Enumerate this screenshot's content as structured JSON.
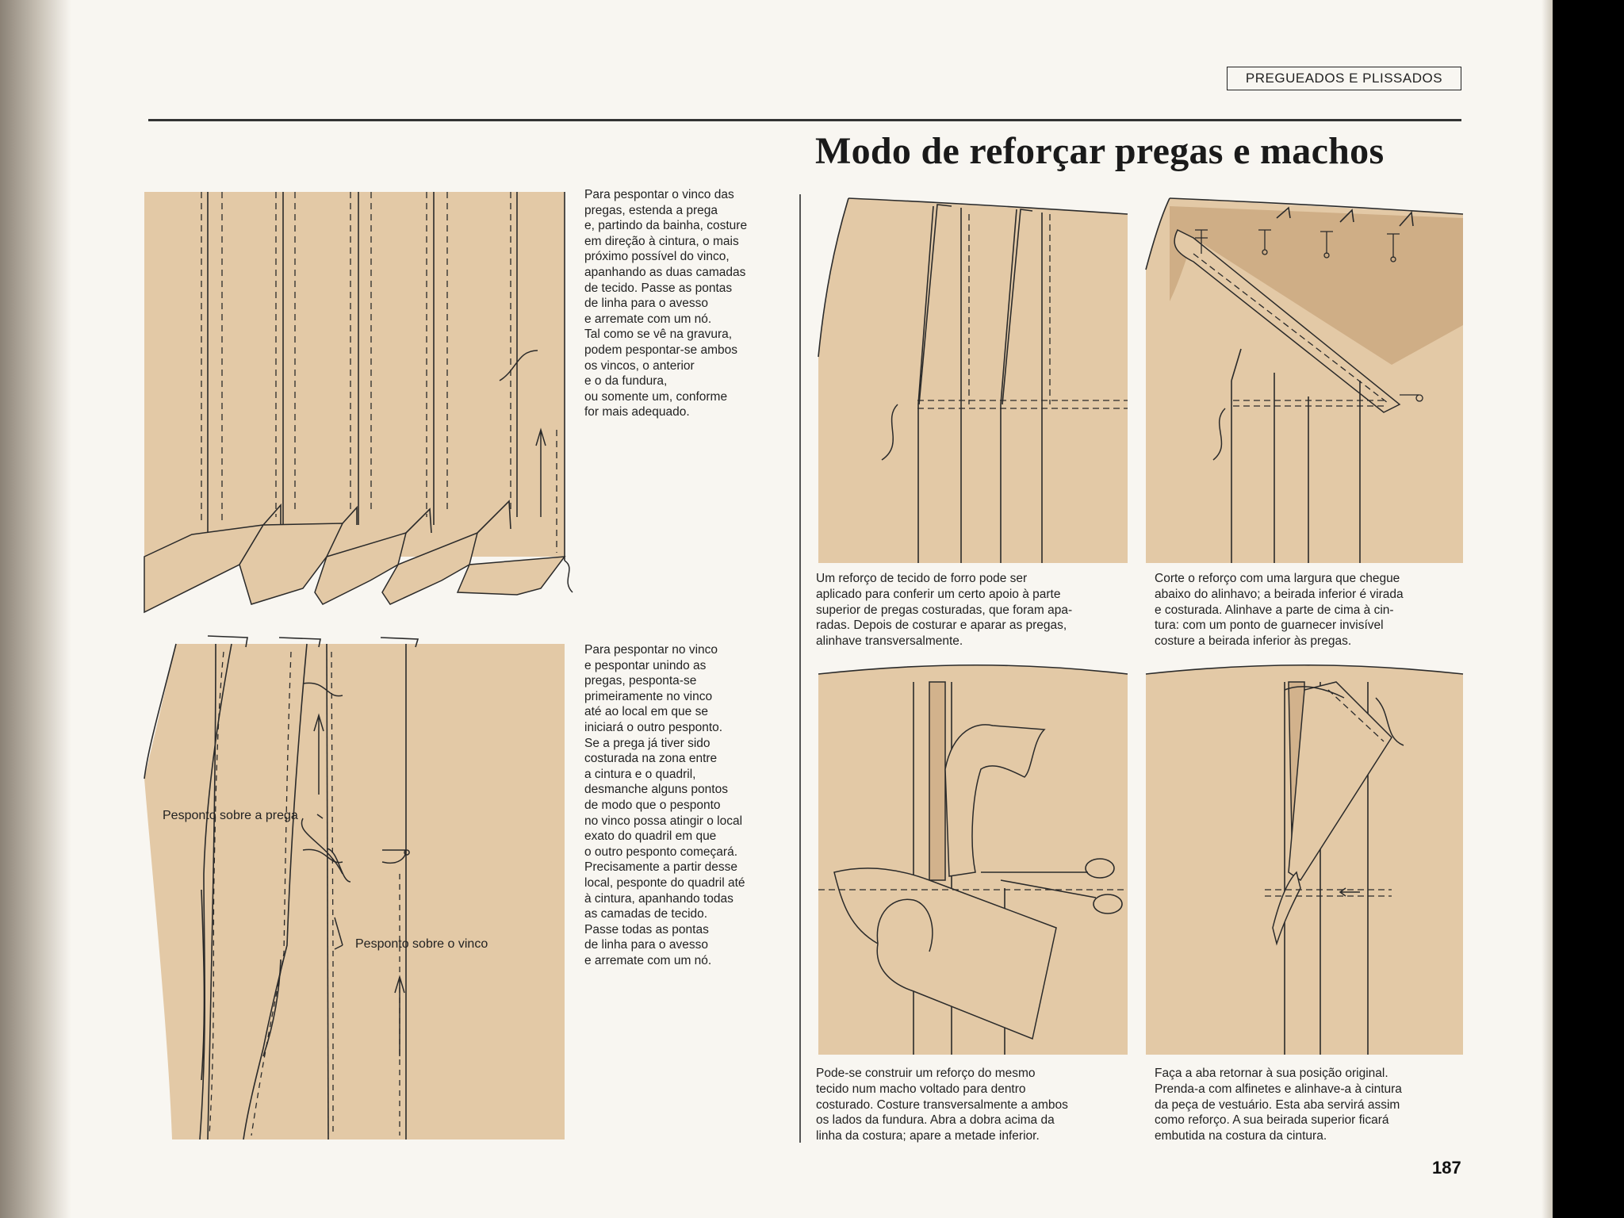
{
  "header": {
    "section": "PREGUEADOS E PLISSADOS"
  },
  "title": "Modo de reforçar pregas e machos",
  "left_top_text": "Para pespontar o vinco das\npregas, estenda a prega\ne, partindo da bainha, costure\nem direção à cintura, o mais\npróximo possível do vinco,\napanhando as duas camadas\nde tecido. Passe as pontas\nde linha para o avesso\ne arremate com um nó.\nTal como se vê na gravura,\npodem pespontar-se ambos\nos vincos, o anterior\ne o da fundura,\nou somente um, conforme\nfor mais adequado.",
  "left_bottom_text": "Para pespontar no vinco\ne pespontar unindo as\npregas, pesponta-se\nprimeiramente no vinco\naté ao local em que se\niniciará o outro pesponto.\nSe a prega já tiver sido\ncosturada na zona entre\na cintura e o quadril,\ndesmanche alguns pontos\nde modo que o pesponto\nno vinco possa atingir o local\nexato do quadril em que\no outro pesponto começará.\nPrecisamente a partir desse\nlocal, pesponte do quadril até\nà cintura, apanhando todas\nas camadas de tecido.\nPasse todas as pontas\nde linha para o avesso\ne arremate com um nó.",
  "labels": {
    "pesponto_prega": "Pesponto sobre a prega",
    "pesponto_vinco": "Pesponto sobre o vinco"
  },
  "captions": [
    "Um reforço de tecido de forro pode ser\naplicado para conferir um certo apoio à parte\nsuperior de pregas costuradas, que foram apa-\nradas. Depois de costurar e aparar as pregas,\nalinhave transversalmente.",
    "Corte o reforço com uma largura que chegue\nabaixo do alinhavo; a beirada inferior é virada\ne costurada. Alinhave a parte de cima à cin-\ntura: com um ponto de guarnecer invisível\ncosture a beirada inferior às pregas.",
    "Pode-se construir um reforço do mesmo\ntecido num macho voltado para dentro\ncosturado. Costure transversalmente a ambos\nos lados da fundura. Abra a dobra acima da\nlinha da costura; apare a metade inferior.",
    "Faça a aba retornar à sua posição original.\nPrenda-a com alfinetes e alinhave-a à cintura\nda peça de vestuário. Esta aba servirá assim\ncomo reforço. A sua beirada superior ficará\nembutida na costura da cintura."
  ],
  "page_number": "187",
  "colors": {
    "fabric": "#e3c9a6",
    "fabric_dark": "#d2b28c",
    "line": "#2a2a2a",
    "paper": "#f8f6f1"
  }
}
